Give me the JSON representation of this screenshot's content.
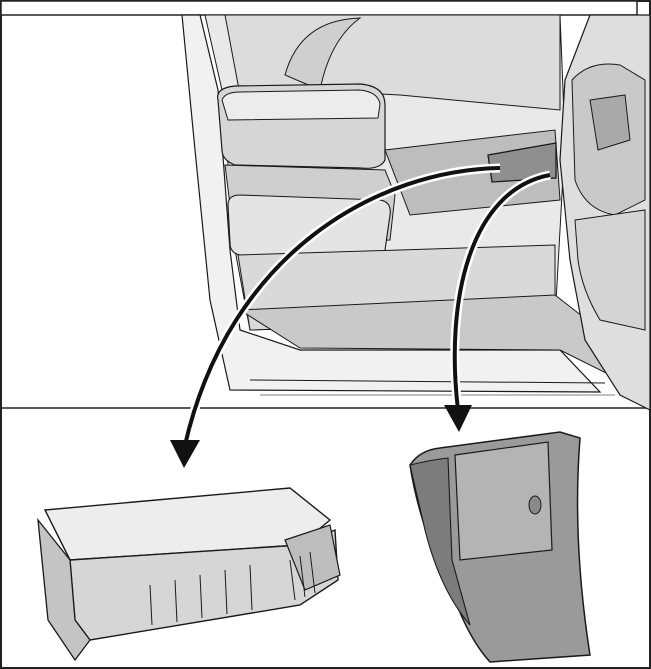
{
  "colors": {
    "outline": "#1a1a1a",
    "panel_border": "#222222",
    "background": "#ffffff",
    "light_fill": "#ececec",
    "mid_fill": "#cfcfcf",
    "dark_fill": "#9a9a9a",
    "darker_fill": "#7c7c7c",
    "arrow": "#111111"
  },
  "panels": {
    "top": "vehicle-interior-view",
    "bottom_left": "fuse-box-module",
    "bottom_right": "side-trim-cover"
  }
}
